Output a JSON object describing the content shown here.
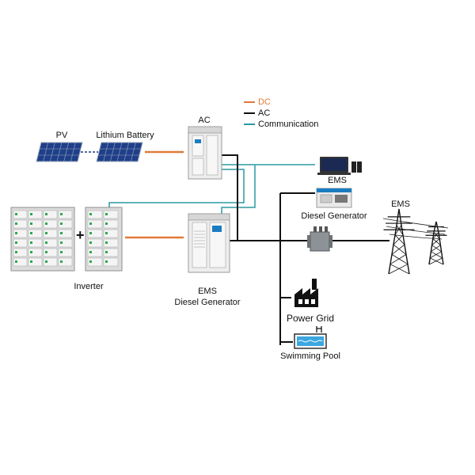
{
  "colors": {
    "dc": "#e07b39",
    "ac": "#111111",
    "communication": "#2a9aa0",
    "cabinet": "#eeeeee",
    "solar_cell": "#1f3f8a",
    "screen": "#1c7cc0",
    "battery_led": "#2ca84f",
    "pool_water": "#3aa7e0"
  },
  "legend": [
    {
      "key": "dc",
      "label": "DC"
    },
    {
      "key": "ac",
      "label": "AC"
    },
    {
      "key": "communication",
      "label": "Communication"
    }
  ],
  "labels": {
    "pv": "PV",
    "lithium_battery": "Lithium Battery",
    "ac": "AC",
    "inverter": "Inverter",
    "center_ems": "EMS",
    "center_diesel_generator": "Diesel Generator",
    "ems_device": "EMS",
    "diesel_generator": "Diesel Generator",
    "ems_tower": "EMS",
    "power_grid": "Power Grid",
    "swimming_pool": "Swimming Pool",
    "plus": "+"
  },
  "icons": {
    "solar_panel": "solar-panel-icon",
    "cabinet": "cabinet-icon",
    "battery_rack": "battery-rack-icon",
    "monitor": "monitor-icon",
    "generator": "generator-icon",
    "transformer": "transformer-icon",
    "tower": "transmission-tower-icon",
    "factory": "factory-icon",
    "pool": "swimming-pool-icon"
  }
}
